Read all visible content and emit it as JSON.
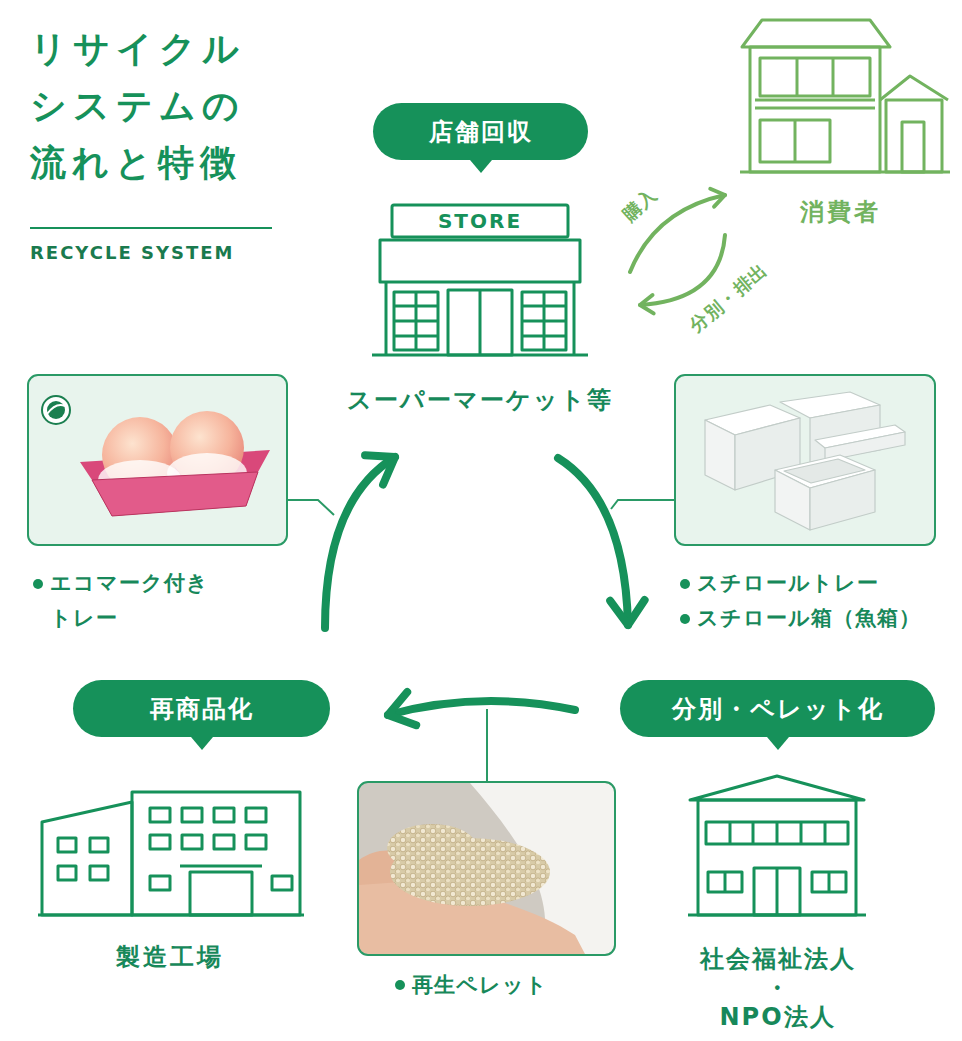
{
  "diagram": {
    "title": "リサイクル システムの 流れと特徴",
    "nodes": [
      {
        "text": [
          "店舗回収"
        ]
      },
      {
        "text": [
          "スーパーマーケット等"
        ]
      },
      {
        "text": [
          "消費者"
        ]
      },
      {
        "text": [
          "エコマーク付き トレー"
        ]
      },
      {
        "text": [
          "スチロールトレー",
          "スチロール箱（魚箱）"
        ]
      },
      {
        "text": [
          "再商品化"
        ]
      },
      {
        "text": [
          "分別・ペレット化"
        ]
      },
      {
        "text": [
          "製造工場"
        ]
      },
      {
        "text": [
          "再生ペレット"
        ]
      },
      {
        "text": [
          "社会福祉法人 ・ NPO法人"
        ]
      }
    ],
    "edges": [
      {
        "from": 1,
        "to": 2,
        "arrow": "to",
        "label": "購入"
      },
      {
        "from": 2,
        "to": 1,
        "arrow": "to",
        "label": "分別・排出"
      },
      {
        "from": 1,
        "to": 6,
        "arrow": "to"
      },
      {
        "from": 6,
        "to": 5,
        "arrow": "to"
      },
      {
        "from": 5,
        "to": 1,
        "arrow": "to"
      }
    ],
    "labels": [
      "RECYCLE SYSTEM",
      "STORE"
    ]
  }
}
